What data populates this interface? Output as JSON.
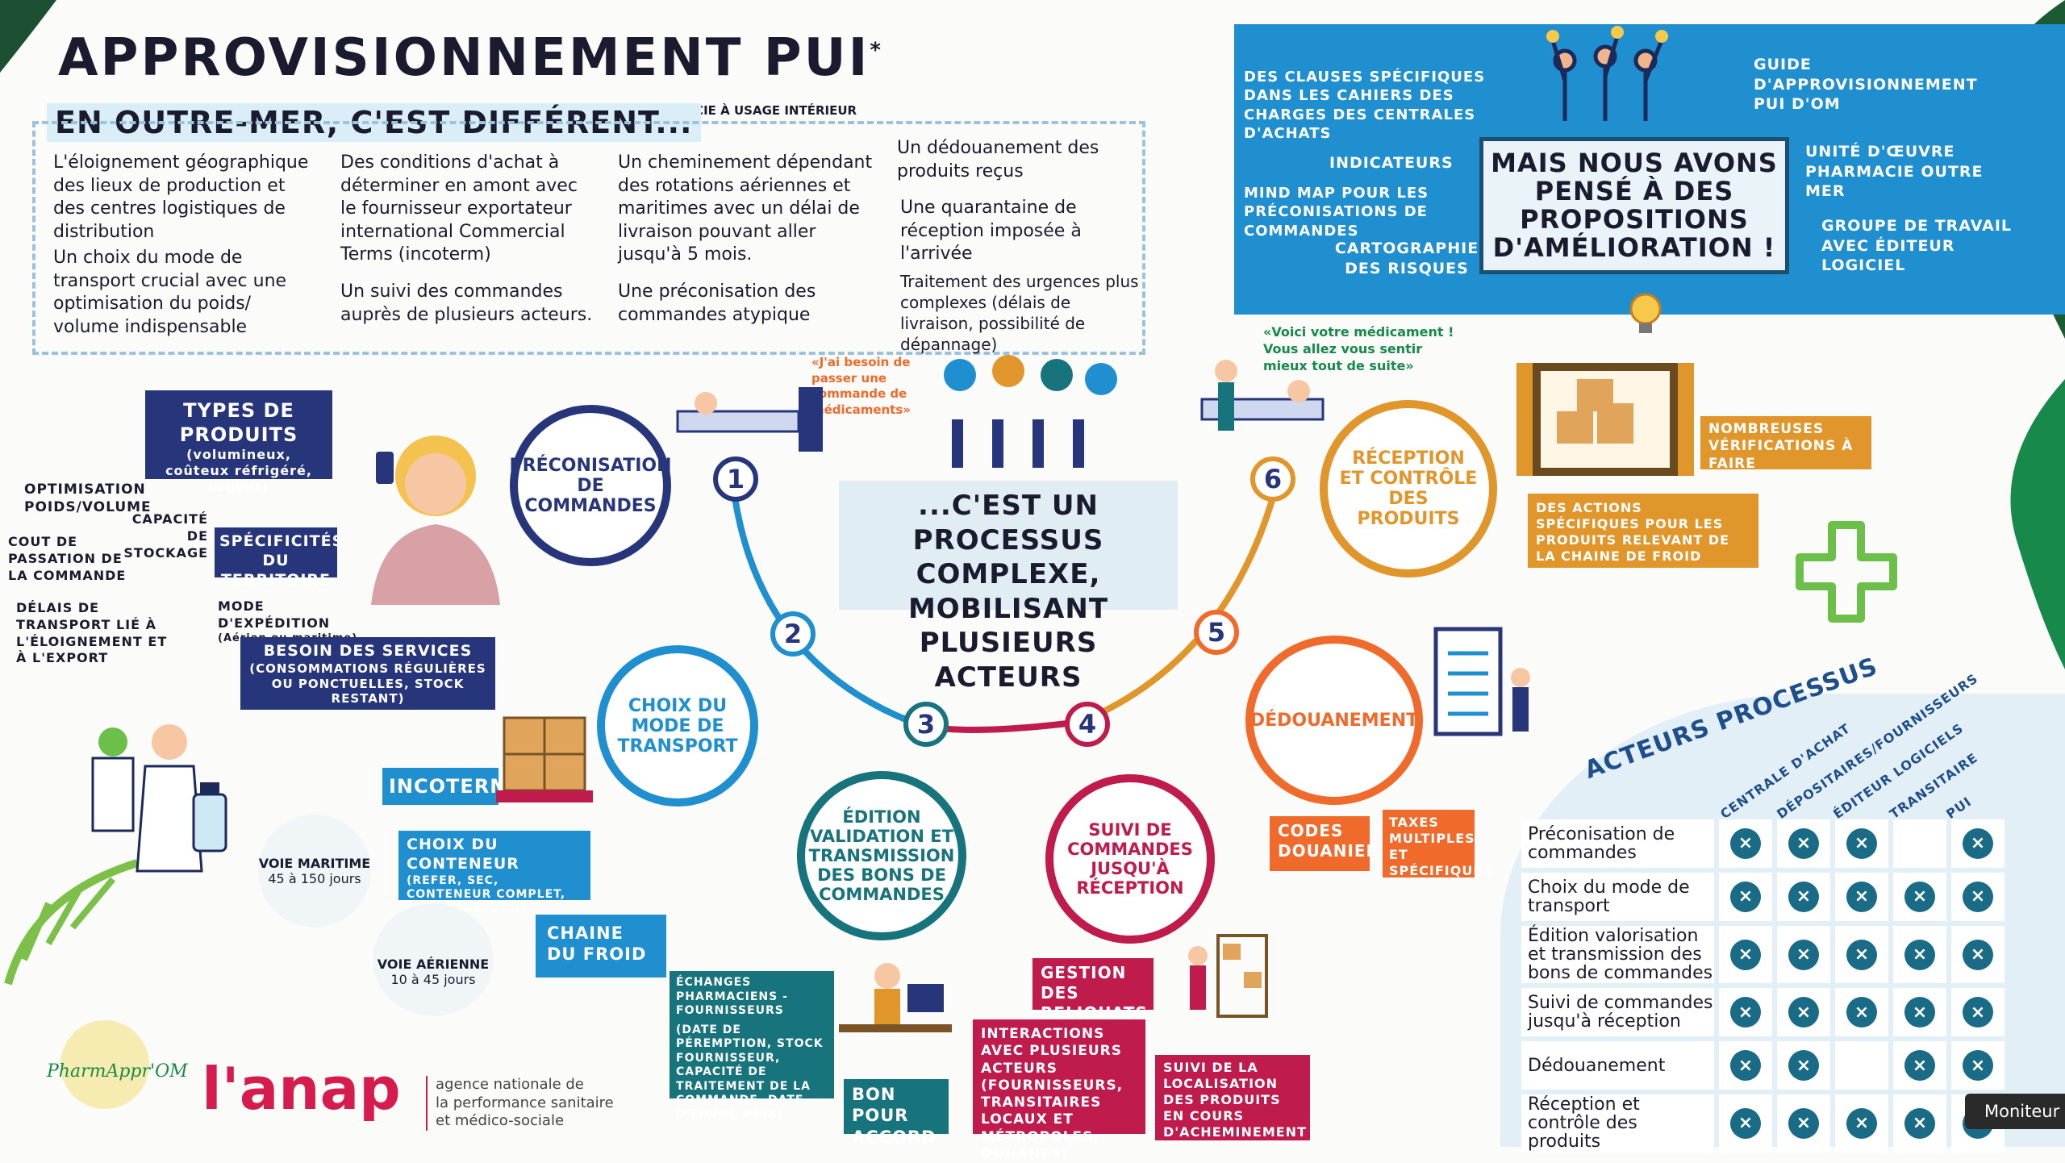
{
  "header": {
    "title": "APPROVISIONNEMENT PUI",
    "title_star": "*",
    "footnote": "*PHARMACIE À USAGE INTÉRIEUR",
    "subtitle": "EN OUTRE-MER, C'EST DIFFÉRENT..."
  },
  "differences": {
    "col1a": "L'éloignement géographique des lieux de production et des centres logistiques de distribution",
    "col1b": "Un choix du mode de transport crucial avec une optimisation du poids/ volume indispensable",
    "col2a": "Des conditions d'achat à déterminer en amont avec le fournisseur exportateur international Commercial Terms (incoterm)",
    "col2b": "Un suivi des commandes auprès de plusieurs acteurs.",
    "col3a": "Un cheminement dépendant des rotations aériennes et maritimes avec un délai de livraison pouvant aller jusqu'à 5 mois.",
    "col3b": "Une préconisation des commandes atypique",
    "col4a": "Un dédouanement des produits reçus",
    "col4b": "Une quarantaine de réception imposée à l'arrivée",
    "col4c": "Traitement des urgences plus complexes (délais de livraison, possibilité de dépannage)"
  },
  "proposals": {
    "clauses": "DES CLAUSES SPÉCIFIQUES DANS LES CAHIERS DES CHARGES DES CENTRALES D'ACHATS",
    "indicateurs": "INDICATEURS",
    "mindmap": "MIND MAP POUR LES PRÉCONISATIONS DE COMMANDES",
    "cartographie": "CARTOGRAPHIE DES RISQUES",
    "center": "MAIS NOUS AVONS PENSÉ À DES PROPOSITIONS D'AMÉLIORATION !",
    "guide": "GUIDE D'APPROVISIONNEMENT PUI D'OM",
    "unite": "UNITÉ D'ŒUVRE PHARMACIE OUTRE MER",
    "groupe": "GROUPE DE TRAVAIL AVEC ÉDITEUR LOGICIEL"
  },
  "left": {
    "types": "TYPES DE PRODUITS",
    "types_detail": "(volumineux, coûteux réfrigéré, urgent)",
    "optim": "OPTIMISATION POIDS/VOLUME",
    "capacite": "CAPACITÉ DE STOCKAGE",
    "cout": "COUT DE PASSATION DE LA COMMANDE",
    "specificites": "SPÉCIFICITÉS DU TERRITOIRE",
    "delais": "DÉLAIS DE TRANSPORT LIÉ À L'ÉLOIGNEMENT ET À L'EXPORT",
    "mode": "MODE D'EXPÉDITION",
    "mode_detail": "(Aérien ou maritime)",
    "besoin": "BESOIN DES SERVICES",
    "besoin_detail": "(CONSOMMATIONS RÉGULIÈRES OU PONCTUELLES, STOCK RESTANT)"
  },
  "process": {
    "title": "...C'EST UN PROCESSUS COMPLEXE, MOBILISANT PLUSIEURS ACTEURS",
    "bubble1": "«J'ai besoin de passer une commande de médicaments»",
    "bubble6": "«Voici votre médicament ! Vous allez vous sentir mieux tout de suite»",
    "step1": "PRÉCONISATION DE COMMANDES",
    "step2": "CHOIX DU MODE DE TRANSPORT",
    "step3": "ÉDITION VALIDATION ET TRANSMISSION DES BONS DE COMMANDES",
    "step4": "SUIVI DE COMMANDES JUSQU'À RÉCEPTION",
    "step5": "DÉDOUANEMENT",
    "step6": "RÉCEPTION ET CONTRÔLE DES PRODUITS",
    "n1": "1",
    "n2": "2",
    "n3": "3",
    "n4": "4",
    "n5": "5",
    "n6": "6"
  },
  "details": {
    "incoterm": "INCOTERM",
    "conteneur": "CHOIX DU CONTENEUR",
    "conteneur_detail": "(REFER, SEC, CONTENEUR COMPLET, GROUPAGE, etc.)",
    "froid": "CHAINE DU FROID",
    "voie_maritime": "VOIE MARITIME",
    "maritime_delai": "45 à 150 jours",
    "voie_aerienne": "VOIE AÉRIENNE",
    "aerienne_delai": "10 à 45 jours",
    "echanges": "ÉCHANGES PHARMACIENS - FOURNISSEURS",
    "echanges_detail": "(DATE DE PÉREMPTION, STOCK FOURNISSEUR, CAPACITÉ DE TRAITEMENT DE LA COMMANDE, DATE D'ENVOI, PRIX)",
    "bon": "BON POUR ACCORD",
    "reliquats": "GESTION DES RELIQUATS",
    "interactions": "INTERACTIONS AVEC PLUSIEURS ACTEURS (FOURNISSEURS, TRANSITAIRES LOCAUX ET MÉTROPOLES, DOUANES)",
    "localisation": "SUIVI DE LA LOCALISATION DES PRODUITS EN COURS D'ACHEMINEMENT",
    "codes": "CODES DOUANIERS",
    "taxes": "TAXES MULTIPLES ET SPÉCIFIQUES",
    "verif": "NOMBREUSES VÉRIFICATIONS À FAIRE",
    "actions": "DES ACTIONS SPÉCIFIQUES POUR LES PRODUITS RELEVANT DE LA CHAINE DE FROID"
  },
  "actors": {
    "title": "ACTEURS PROCESSUS",
    "columns": [
      "CENTRALE D'ACHAT",
      "DÉPOSITAIRES/FOURNISSEURS",
      "ÉDITEUR LOGICIELS",
      "TRANSITAIRE",
      "PUI"
    ],
    "rows": [
      {
        "label": "Préconisation de commandes",
        "marks": [
          1,
          1,
          1,
          0,
          1
        ]
      },
      {
        "label": "Choix du mode de transport",
        "marks": [
          1,
          1,
          1,
          1,
          1
        ]
      },
      {
        "label": "Édition valorisation et transmission des bons de commandes",
        "marks": [
          1,
          1,
          1,
          1,
          1
        ]
      },
      {
        "label": "Suivi de commandes jusqu'à réception",
        "marks": [
          1,
          1,
          1,
          1,
          1
        ]
      },
      {
        "label": "Dédouanement",
        "marks": [
          1,
          1,
          0,
          1,
          1
        ]
      },
      {
        "label": "Réception et contrôle des produits",
        "marks": [
          1,
          1,
          1,
          1,
          1
        ]
      }
    ],
    "mark_symbol": "×"
  },
  "footer": {
    "pharmapprom": "PharmAppr'OM",
    "anap": "l'anap",
    "anap_line1": "agence nationale de",
    "anap_line2": "la performance sanitaire",
    "anap_line3": "et médico-sociale"
  },
  "tooltip": "Moniteur",
  "colors": {
    "navy": "#27367a",
    "blue": "#1f8fcf",
    "teal": "#17737c",
    "orange": "#e0962a",
    "coral": "#f06a2b",
    "crimson": "#bf1b4c",
    "green": "#6cc04a"
  }
}
